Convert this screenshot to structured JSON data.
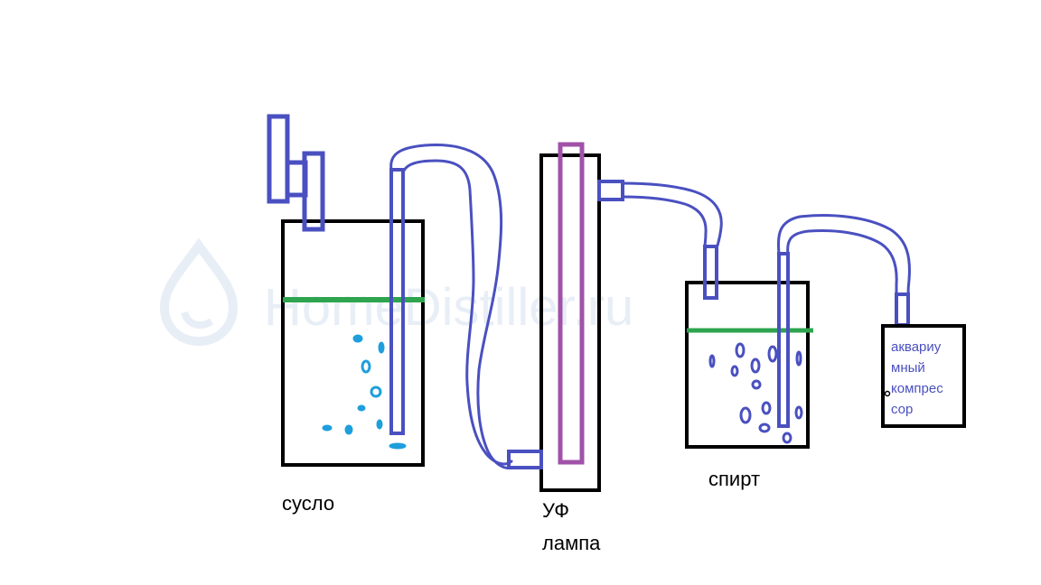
{
  "watermark": "HomeDistiller.ru",
  "labels": {
    "wort": "сусло",
    "uv_lamp_line1": "УФ",
    "uv_lamp_line2": "лампа",
    "alcohol": "спирт"
  },
  "compressor": {
    "lines": [
      "аквариу",
      "мный",
      "компрес",
      "сор"
    ]
  },
  "colors": {
    "tube": "#4a50c0",
    "liquid_level": "#2ea44f",
    "lamp": "#a052a8",
    "bubbles_wort": "#1e9fdc",
    "bubbles_alcohol": "#4a50c0",
    "vessel": "#000000",
    "watermark": "#e8eef6"
  }
}
